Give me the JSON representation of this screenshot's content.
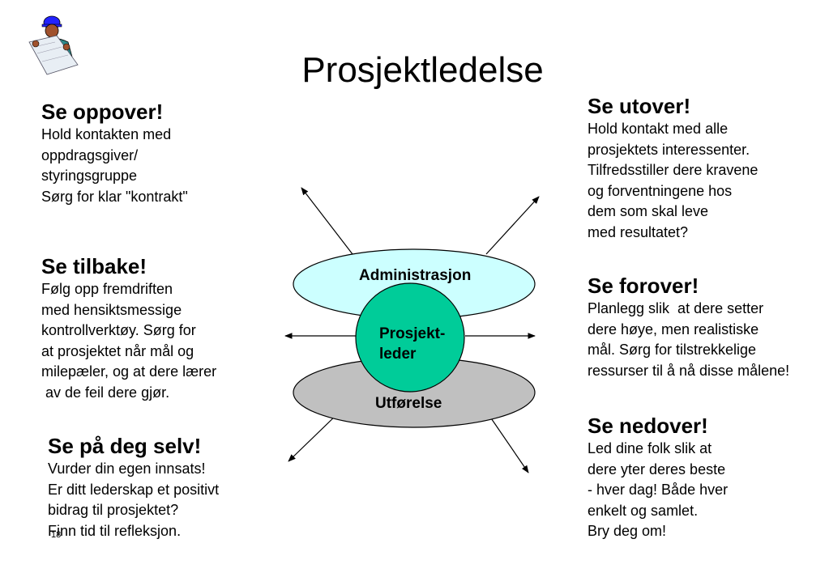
{
  "title": "Prosjektledelse",
  "blocks": {
    "up": {
      "heading": "Se oppover!",
      "lines": [
        "Hold kontakten med",
        "oppdragsgiver/",
        "styringsgruppe",
        "Sørg for klar \"kontrakt\""
      ]
    },
    "back": {
      "heading": "Se tilbake!",
      "lines": [
        "Følg opp fremdriften",
        "med hensiktsmessige",
        "kontrollverktøy. Sørg for",
        "at prosjektet når mål og",
        "milepæler, og at dere lærer",
        " av de feil dere gjør."
      ]
    },
    "self": {
      "heading": "Se på deg selv!",
      "lines": [
        "Vurder din egen innsats!",
        "Er ditt lederskap et positivt",
        "bidrag til prosjektet?",
        "Finn tid til refleksjon."
      ]
    },
    "out": {
      "heading": "Se utover!",
      "lines": [
        "Hold kontakt med alle",
        "prosjektets interessenter.",
        "Tilfredsstiller dere kravene",
        "og forventningene hos",
        "dem som skal leve",
        "med resultatet?"
      ]
    },
    "forward": {
      "heading": "Se forover!",
      "lines": [
        "Planlegg slik  at dere setter",
        "dere høye, men realistiske",
        "mål. Sørg for tilstrekkelige",
        "ressurser til å nå disse målene!"
      ]
    },
    "down": {
      "heading": "Se nedover!",
      "lines": [
        "Led dine folk slik at",
        "dere yter deres beste",
        "- hver dag! Både hver",
        "enkelt og samlet.",
        "Bry deg om!"
      ]
    }
  },
  "diagram": {
    "top_label": "Administrasjon",
    "center_label_line1": "Prosjekt-",
    "center_label_line2": "leder",
    "bottom_label": "Utførelse",
    "colors": {
      "top_ellipse": "#ccffff",
      "center_circle": "#00cc99",
      "bottom_ellipse": "#c0c0c0"
    }
  },
  "page_number": "18",
  "icons": {
    "clipart": "worker-with-blueprint-icon"
  }
}
